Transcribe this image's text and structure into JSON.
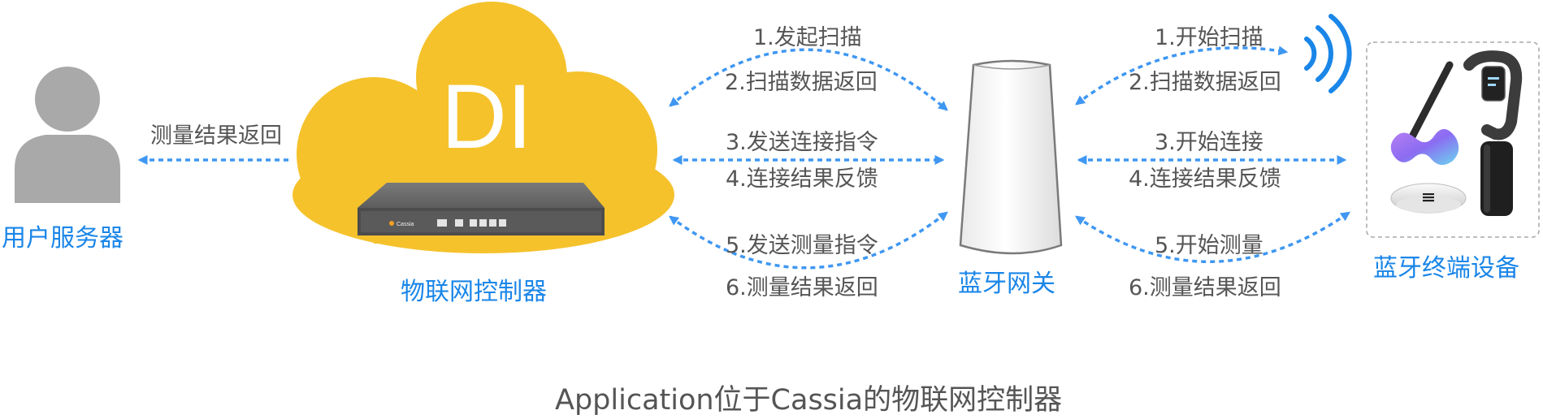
{
  "colors": {
    "accent_blue": "#1a86e8",
    "arrow_blue": "#3f97f2",
    "cloud_yellow": "#f5c22c",
    "user_gray": "#a9a9a9",
    "text_gray": "#555555"
  },
  "nodes": {
    "user_server": {
      "label": "用户服务器",
      "icon": "person-icon"
    },
    "controller": {
      "label": "物联网控制器",
      "logo": "DI",
      "device_label": "Cassia",
      "icon": "cloud-icon"
    },
    "gateway": {
      "label": "蓝牙网关",
      "icon": "gateway-icon"
    },
    "terminals": {
      "label": "蓝牙终端设备",
      "icon": "devices-icon"
    }
  },
  "edges": {
    "server_link": {
      "label": "测量结果返回"
    },
    "controller_gateway": [
      "1.发起扫描",
      "2.扫描数据返回",
      "3.发送连接指令",
      "4.连接结果反馈",
      "5.发送测量指令",
      "6.测量结果返回"
    ],
    "gateway_devices": [
      "1.开始扫描",
      "2.扫描数据返回",
      "3.开始连接",
      "4.连接结果反馈",
      "5.开始测量",
      "6.测量结果返回"
    ]
  },
  "caption": "Application位于Cassia的物联网控制器"
}
